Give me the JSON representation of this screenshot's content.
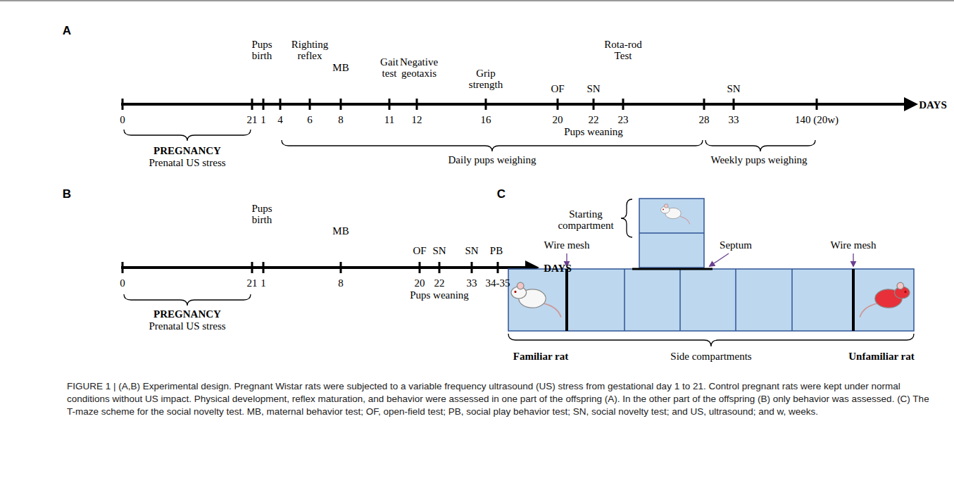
{
  "diagram": {
    "caption": "FIGURE 1 | (A,B) Experimental design. Pregnant Wistar rats were subjected to a variable frequency ultrasound (US) stress from gestational day 1 to 21. Control pregnant rats were kept under normal conditions without US impact. Physical development, reflex maturation, and behavior were assessed in one part of the offspring (A). In the other part of the offspring (B) only behavior was assessed. (C) The T-maze scheme for the social novelty test. MB, maternal behavior test; OF, open-field test; PB, social play behavior test; SN, social novelty test; and US, ultrasound; and w, weeks.",
    "labels": [
      "A",
      "Pups birth",
      "Righting reflex",
      "MB",
      "Gait test",
      "Negative geotaxis",
      "Grip strength",
      "OF",
      "SN",
      "Rota-rod Test",
      "0",
      "21",
      "1",
      "4",
      "6",
      "8",
      "11",
      "12",
      "16",
      "20",
      "22",
      "23",
      "28",
      "33",
      "140 (20w)",
      "DAYS",
      "SN",
      "Pups weaning",
      "PREGNANCY",
      "Prenatal US stress",
      "Daily pups weighing",
      "Weekly pups weighing",
      "B",
      "Pups birth",
      "MB",
      "OF",
      "SN",
      "SN",
      "PB",
      "0",
      "21",
      "1",
      "8",
      "20",
      "22",
      "33",
      "34-35",
      "DAYS",
      "Pups weaning",
      "PREGNANCY",
      "Prenatal US stress",
      "C",
      "Starting compartment",
      "Wire mesh",
      "Septum",
      "Wire mesh",
      "Familiar rat",
      "Side compartments",
      "Unfamiliar rat"
    ]
  }
}
